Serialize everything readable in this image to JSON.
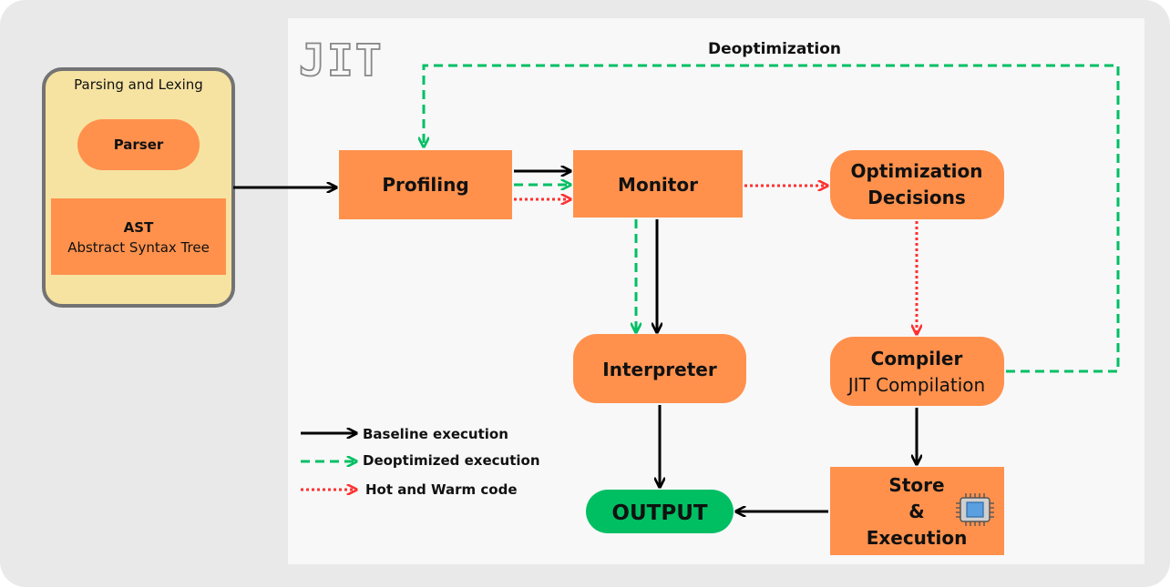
{
  "colors": {
    "outer_bg": "#e9e9e9",
    "panel_bg": "#f8f8f8",
    "orange": "#ff914d",
    "cream": "#f6e3a2",
    "cream_border": "#737373",
    "green": "#00bf63",
    "red": "#ff3131",
    "black": "#000000"
  },
  "jit_label": "JIT",
  "deopt_label": "Deoptimization",
  "parsing": {
    "title": "Parsing and Lexing",
    "parser": "Parser",
    "ast_title": "AST",
    "ast_sub": "Abstract Syntax Tree"
  },
  "nodes": {
    "profiling": "Profiling",
    "monitor": "Monitor",
    "opt_line1": "Optimization",
    "opt_line2": "Decisions",
    "interpreter": "Interpreter",
    "compiler_line1": "Compiler",
    "compiler_line2": "JIT Compilation",
    "store_line1": "Store",
    "store_line2": "&",
    "store_line3": "Execution",
    "output": "OUTPUT",
    "chip_icon": "cpu-chip-icon"
  },
  "legend": {
    "baseline": "Baseline execution",
    "deoptimized": "Deoptimized execution",
    "hot": "Hot and Warm code"
  }
}
